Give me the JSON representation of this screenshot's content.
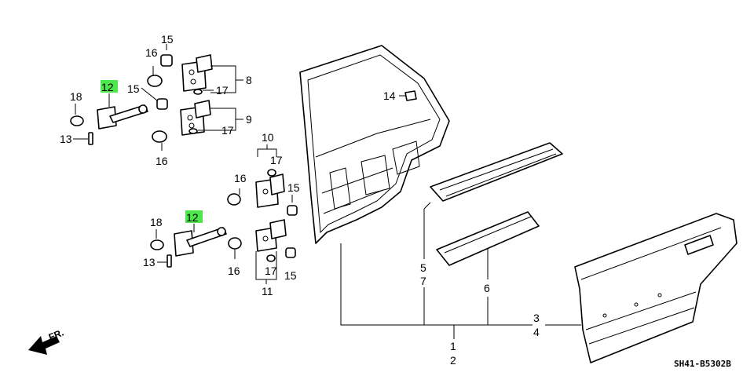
{
  "callouts": {
    "c15a": "15",
    "c16a": "16",
    "c8": "8",
    "c17a": "17",
    "c15b": "15",
    "c9": "9",
    "c17b": "17",
    "c16b": "16",
    "c12a": "12",
    "c18a": "18",
    "c13a": "13",
    "c14": "14",
    "c10": "10",
    "c17c": "17",
    "c16c": "16",
    "c15c": "15",
    "c12b": "12",
    "c18b": "18",
    "c13b": "13",
    "c16d": "16",
    "c17d": "17",
    "c15d": "15",
    "c11": "11",
    "c5": "5",
    "c7": "7",
    "c6": "6",
    "c3": "3",
    "c4": "4",
    "c1": "1",
    "c2": "2"
  },
  "front_arrow_label": "FR.",
  "diagram_code": "SH41-B5302B",
  "colors": {
    "highlight": "#4de64d",
    "ink": "#000000"
  }
}
